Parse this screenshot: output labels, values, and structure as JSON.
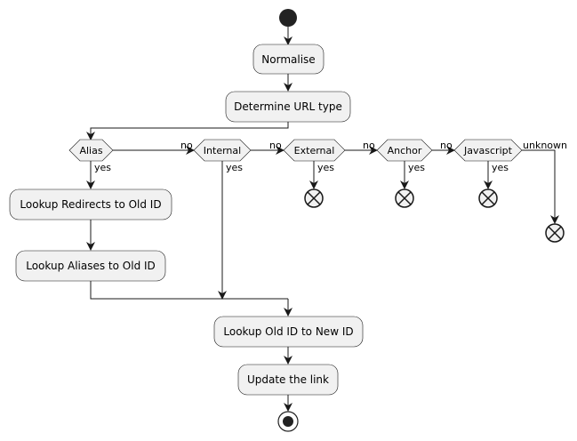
{
  "activities": {
    "normalise": "Normalise",
    "determine": "Determine URL type",
    "lookup_redirects": "Lookup Redirects to Old ID",
    "lookup_aliases": "Lookup Aliases to Old ID",
    "lookup_new": "Lookup Old ID to New ID",
    "update": "Update the link"
  },
  "decisions": {
    "alias": "Alias",
    "internal": "Internal",
    "external": "External",
    "anchor": "Anchor",
    "javascript": "Javascript"
  },
  "labels": {
    "yes": "yes",
    "no": "no",
    "unknown": "unknown"
  }
}
